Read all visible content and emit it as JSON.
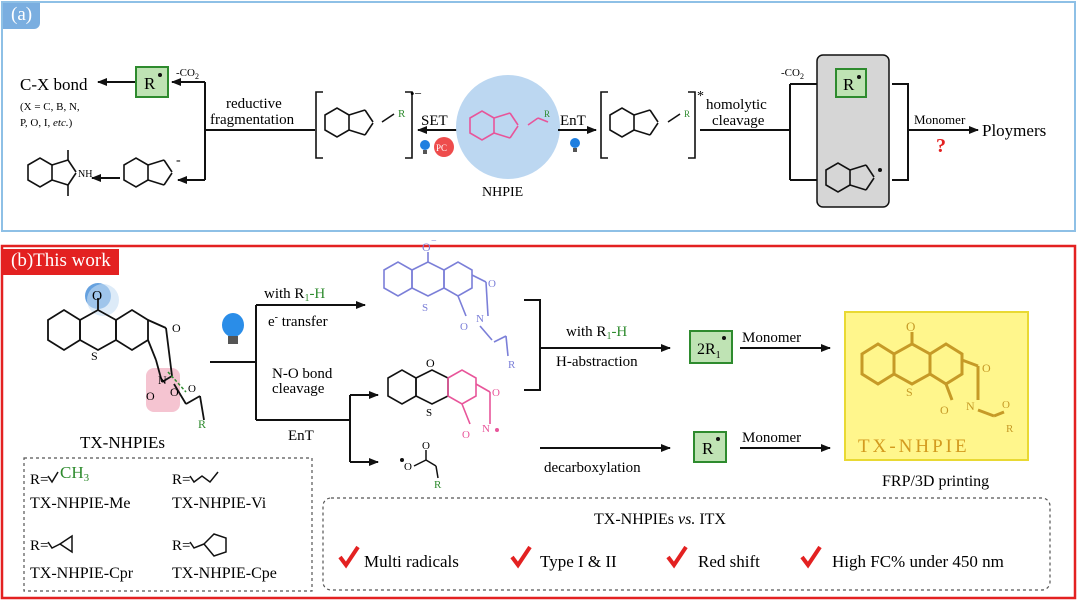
{
  "colors": {
    "panel_a_border": "#8ec0e6",
    "panel_b_border": "#e32121",
    "green": "#2e8b2e",
    "blue_struct": "#7b7fd8",
    "pink_struct": "#e8559a",
    "gold": "#c69a27",
    "highlight_yellow": "#fff68c",
    "check_red": "#e32121"
  },
  "panel_a": {
    "label": "(a)",
    "cx_bond": "C-X bond",
    "cx_detail_1": "(X = C, B, N,",
    "cx_detail_2": "P, O, I, ",
    "cx_detail_etc": "etc.",
    "cx_detail_close": ")",
    "radical": "R",
    "co2_left": "-CO",
    "co2_left_sub": "2",
    "reductive_1": "reductive",
    "reductive_2": "fragmentation",
    "set": "SET",
    "pc": "PC",
    "nhpie": "NHPIE",
    "ent": "EnT",
    "homolytic_1": "homolytic",
    "homolytic_2": "cleavage",
    "co2_right": "-CO",
    "co2_right_sub": "2",
    "monomer": "Monomer",
    "question": "?",
    "polymers": "Ploymers",
    "minus": "•−",
    "star": "*",
    "nh": "NH"
  },
  "panel_b": {
    "label": "(b)This work",
    "tx_nhpies": "TX-NHPIEs",
    "with_r1h": "with R",
    "r1_sub": "1",
    "h_suffix": "-H",
    "e_transfer": "e",
    "e_sup": "-",
    "e_transfer_rest": " transfer",
    "no_bond": "N-O bond",
    "cleavage": "cleavage",
    "ent": "EnT",
    "h_abstraction": "H-abstraction",
    "decarboxylation": "decarboxylation",
    "two_r1": "2R",
    "monomer_top": "Monomer",
    "monomer_bottom": "Monomer",
    "radical": "R",
    "tx_nhpie_logo": "TX-NHPIE",
    "frp": "FRP/3D printing",
    "variants": [
      {
        "r": "R=",
        "sub": "CH",
        "sub_num": "3",
        "name": "TX-NHPIE-Me"
      },
      {
        "r": "R=",
        "name": "TX-NHPIE-Vi"
      },
      {
        "r": "R=",
        "name": "TX-NHPIE-Cpr"
      },
      {
        "r": "R=",
        "name": "TX-NHPIE-Cpe"
      }
    ],
    "comparison_title_1": "TX-NHPIEs ",
    "comparison_vs": "vs.",
    "comparison_title_2": " ITX",
    "advantages": [
      "Multi radicals",
      "Type I & II",
      "Red shift",
      "High FC% under 450 nm"
    ]
  }
}
